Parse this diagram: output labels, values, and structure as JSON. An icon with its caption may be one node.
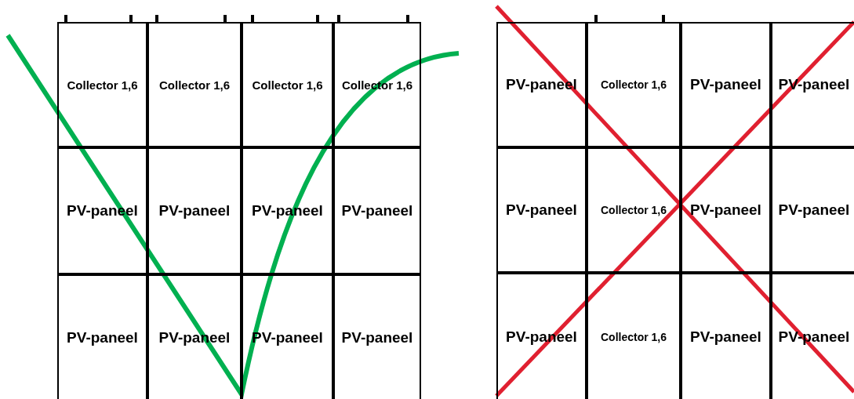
{
  "diagram": {
    "nodes": [
      {
        "text": [
          "Collector 1,6"
        ]
      },
      {
        "text": [
          "Collector 1,6"
        ]
      },
      {
        "text": [
          "Collector 1,6"
        ]
      },
      {
        "text": [
          "Collector 1,6"
        ]
      },
      {
        "text": [
          "PV-paneel"
        ]
      },
      {
        "text": [
          "PV-paneel"
        ]
      },
      {
        "text": [
          "PV-paneel"
        ]
      },
      {
        "text": [
          "PV-paneel"
        ]
      },
      {
        "text": [
          "PV-paneel"
        ]
      },
      {
        "text": [
          "PV-paneel"
        ]
      },
      {
        "text": [
          "PV-paneel"
        ]
      },
      {
        "text": [
          "PV-paneel"
        ]
      },
      {
        "text": [
          "PV-paneel"
        ]
      },
      {
        "text": [
          "Collector 1,6"
        ]
      },
      {
        "text": [
          "PV-paneel"
        ]
      },
      {
        "text": [
          "PV-paneel"
        ]
      },
      {
        "text": [
          "PV-paneel"
        ]
      },
      {
        "text": [
          "Collector 1,6"
        ]
      },
      {
        "text": [
          "PV-paneel"
        ]
      },
      {
        "text": [
          "PV-paneel"
        ]
      },
      {
        "text": [
          "PV-paneel"
        ]
      },
      {
        "text": [
          "Collector 1,6"
        ]
      },
      {
        "text": [
          "PV-paneel"
        ]
      },
      {
        "text": [
          "PV-paneel"
        ]
      }
    ]
  }
}
